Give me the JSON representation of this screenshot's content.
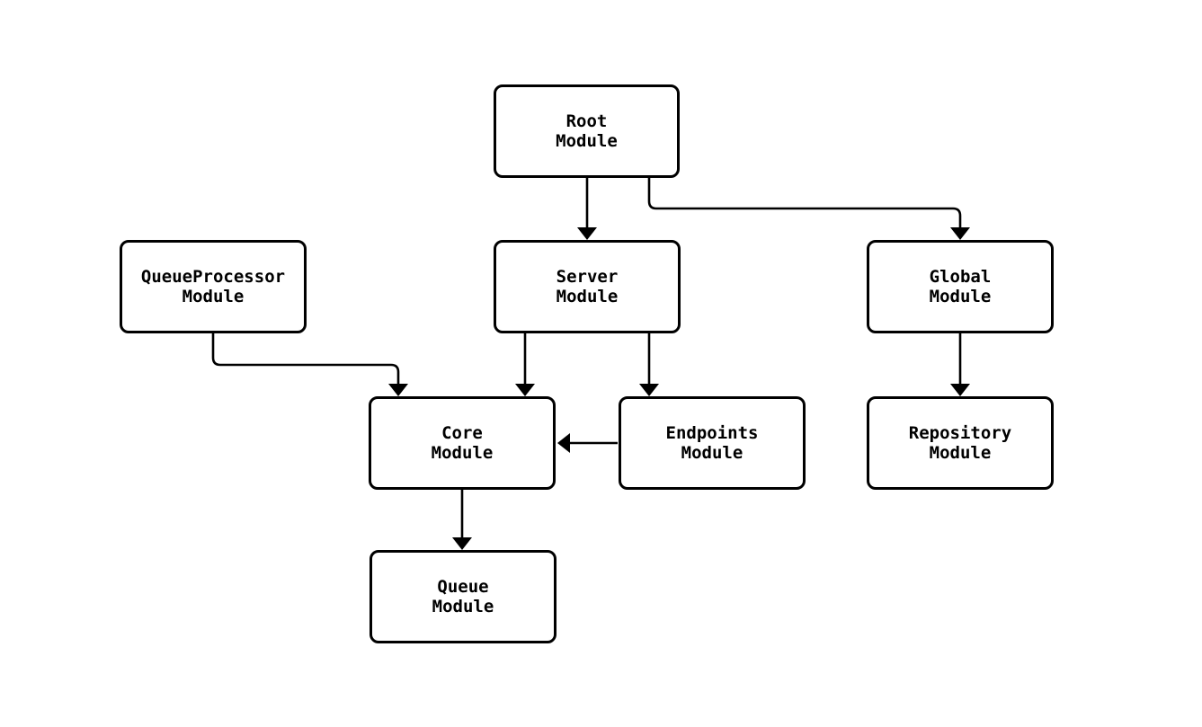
{
  "diagram": {
    "type": "module-dependency-graph",
    "background_color": "#ffffff",
    "node_fill_color": "#ffffff",
    "node_border_color": "#000000",
    "edge_color": "#000000",
    "text_color": "#000000",
    "nodes": {
      "root": {
        "line1": "Root",
        "line2": "Module"
      },
      "queue_processor": {
        "line1": "QueueProcessor",
        "line2": "Module"
      },
      "server": {
        "line1": "Server",
        "line2": "Module"
      },
      "global": {
        "line1": "Global",
        "line2": "Module"
      },
      "core": {
        "line1": "Core",
        "line2": "Module"
      },
      "endpoints": {
        "line1": "Endpoints",
        "line2": "Module"
      },
      "repository": {
        "line1": "Repository",
        "line2": "Module"
      },
      "queue": {
        "line1": "Queue",
        "line2": "Module"
      }
    },
    "edges": [
      {
        "from": "Root Module",
        "to": "Server Module"
      },
      {
        "from": "Root Module",
        "to": "Global Module"
      },
      {
        "from": "Server Module",
        "to": "Core Module"
      },
      {
        "from": "Server Module",
        "to": "Endpoints Module"
      },
      {
        "from": "QueueProcessor Module",
        "to": "Core Module"
      },
      {
        "from": "Endpoints Module",
        "to": "Core Module"
      },
      {
        "from": "Global Module",
        "to": "Repository Module"
      },
      {
        "from": "Core Module",
        "to": "Queue Module"
      }
    ]
  }
}
